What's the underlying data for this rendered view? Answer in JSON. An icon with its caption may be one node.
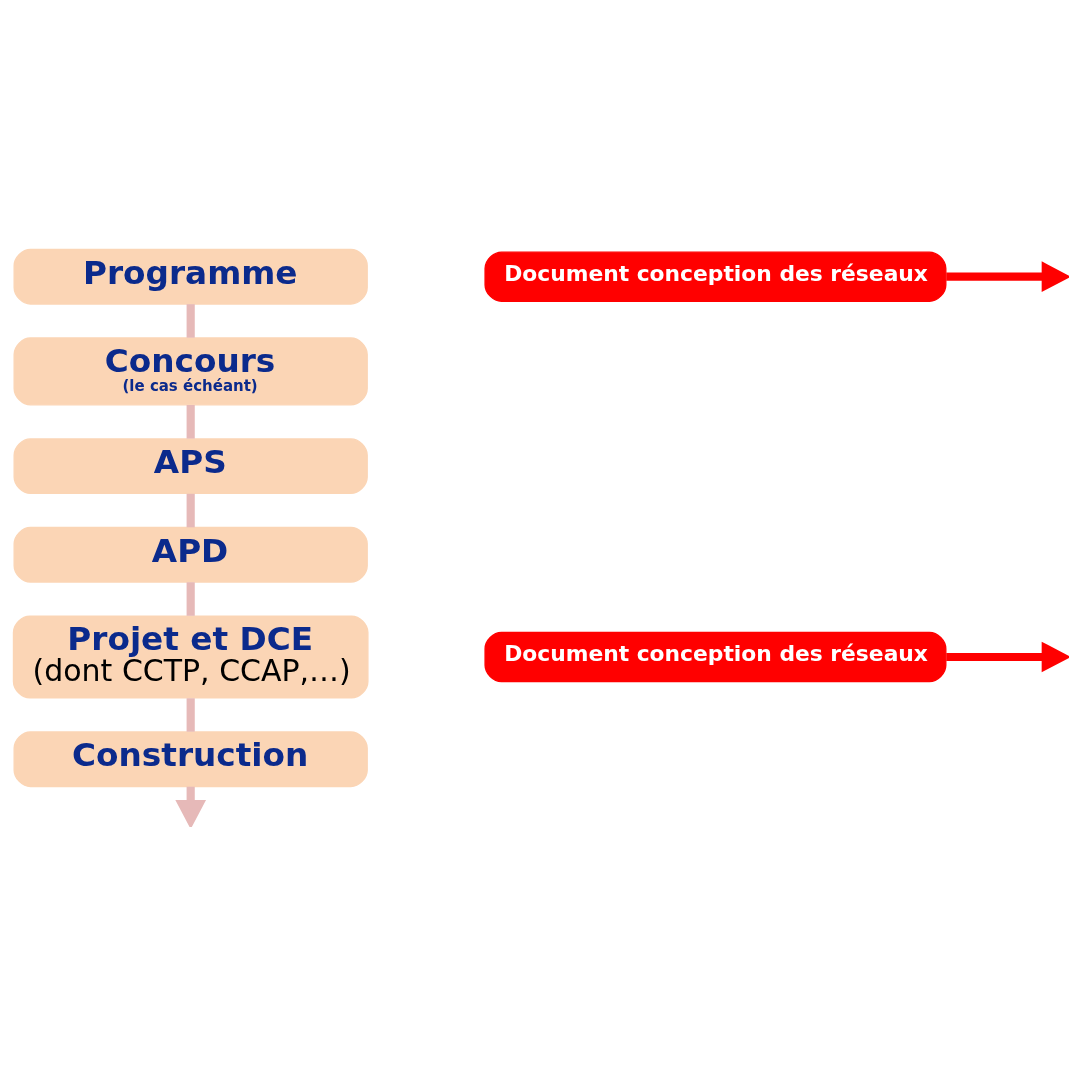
{
  "diagram": {
    "nodes": [
      {
        "text": [
          "Programme"
        ]
      },
      {
        "text": [
          "Concours",
          "(le cas échéant)"
        ]
      },
      {
        "text": [
          "APS"
        ]
      },
      {
        "text": [
          "APD"
        ]
      },
      {
        "text": [
          "Projet et DCE",
          "(dont CCTP, CCAP,…)"
        ]
      },
      {
        "text": [
          "Construction"
        ]
      },
      {
        "text": [
          "Document conception des réseaux"
        ]
      },
      {
        "text": [
          "Document conception des réseaux"
        ]
      }
    ],
    "edges": [
      {
        "from": 0,
        "to": 1,
        "arrow": "none"
      },
      {
        "from": 1,
        "to": 2,
        "arrow": "none"
      },
      {
        "from": 2,
        "to": 3,
        "arrow": "none"
      },
      {
        "from": 3,
        "to": 4,
        "arrow": "none"
      },
      {
        "from": 4,
        "to": 5,
        "arrow": "none"
      },
      {
        "from": 5,
        "to": null,
        "arrow": "to"
      },
      {
        "from": 6,
        "to": null,
        "arrow": "to",
        "color": "#ff0000"
      },
      {
        "from": 7,
        "to": null,
        "arrow": "to",
        "color": "#ff0000"
      }
    ]
  }
}
